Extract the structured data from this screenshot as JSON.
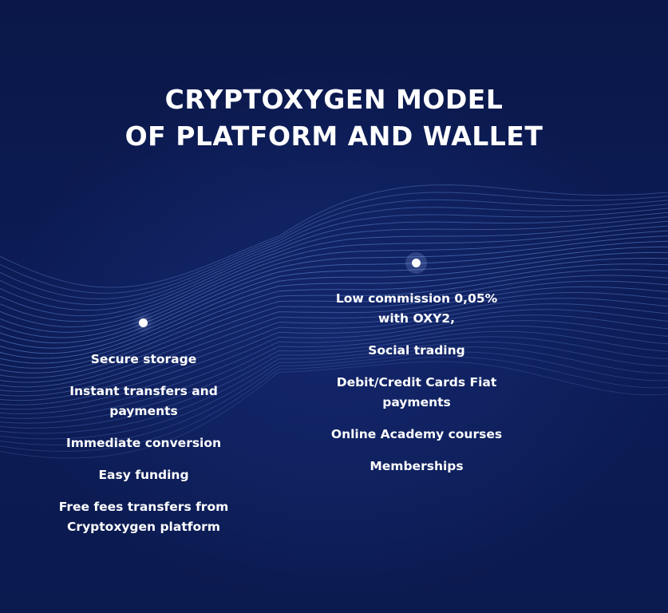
{
  "title": {
    "line1": "CRYPTOXYGEN MODEL",
    "line2": "OF PLATFORM AND WALLET"
  },
  "wallet_features": [
    "Secure storage",
    "Instant transfers and payments",
    "Immediate conversion",
    "Easy funding",
    "Free fees transfers from Cryptoxygen platform"
  ],
  "platform_features": [
    "Low commission 0,05% with OXY2,",
    "Social trading",
    "Debit/Credit Cards Fiat payments",
    "Online Academy courses",
    "Memberships"
  ],
  "colors": {
    "background": "#0b1a4f",
    "text": "#ffffff",
    "wave": "#6f9be8"
  }
}
